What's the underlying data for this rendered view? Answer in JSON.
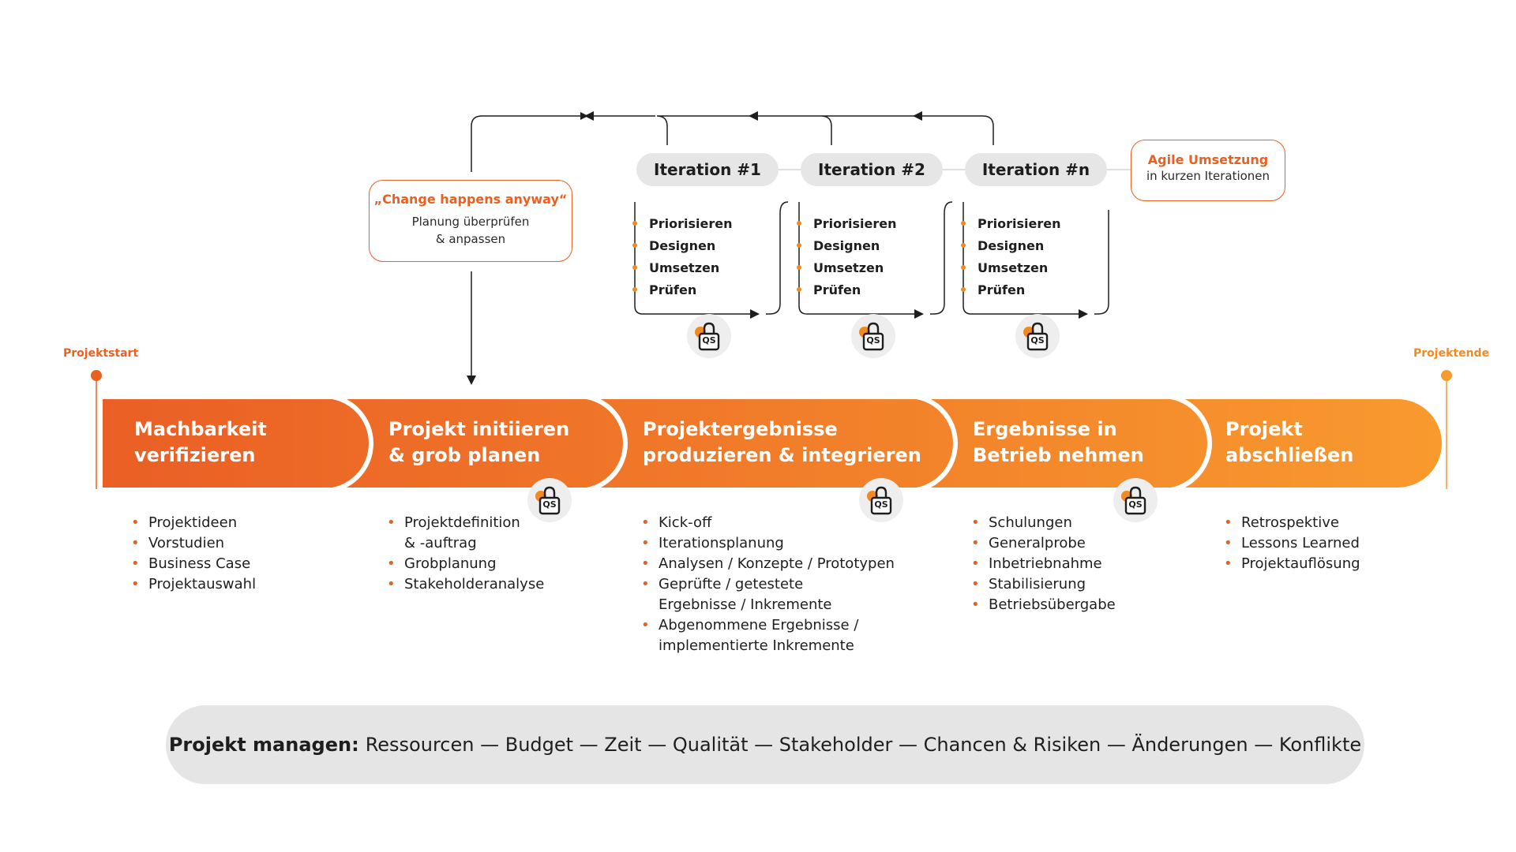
{
  "markers": {
    "start": "Projektstart",
    "end": "Projektende"
  },
  "iterations": [
    {
      "label": "Iteration #1",
      "steps": [
        "Priorisieren",
        "Designen",
        "Umsetzen",
        "Prüfen"
      ]
    },
    {
      "label": "Iteration #2",
      "steps": [
        "Priorisieren",
        "Designen",
        "Umsetzen",
        "Prüfen"
      ]
    },
    {
      "label": "Iteration #n",
      "steps": [
        "Priorisieren",
        "Designen",
        "Umsetzen",
        "Prüfen"
      ]
    }
  ],
  "agile_box": {
    "highlight": "Agile Umsetzung",
    "text": "in kurzen Iterationen"
  },
  "change_box": {
    "highlight": "„Change happens anyway“",
    "line1": "Planung überprüfen",
    "line2": "& anpassen"
  },
  "qs_label": "QS",
  "phases": [
    {
      "title": "Machbarkeit\nverifizieren",
      "bullets": [
        "Projektideen",
        "Vorstudien",
        "Business Case",
        "Projektauswahl"
      ]
    },
    {
      "title": "Projekt initiieren\n& grob planen",
      "bullets": [
        "Projektdefinition\n& -auftrag",
        "Grobplanung",
        "Stakeholderanalyse"
      ]
    },
    {
      "title": "Projektergebnisse\nproduzieren & integrieren",
      "bullets": [
        "Kick-off",
        "Iterationsplanung",
        "Analysen / Konzepte / Prototypen",
        "Geprüfte / getestete\nErgebnisse / Inkremente",
        "Abgenommene Ergebnisse /\nimplementierte Inkremente"
      ]
    },
    {
      "title": "Ergebnisse in\nBetrieb nehmen",
      "bullets": [
        "Schulungen",
        "Generalprobe",
        "Inbetriebnahme",
        "Stabilisierung",
        "Betriebsübergabe"
      ]
    },
    {
      "title": "Projekt\nabschließen",
      "bullets": [
        "Retrospektive",
        "Lessons Learned",
        "Projektauflösung"
      ]
    }
  ],
  "bottom": {
    "bold": "Projekt managen:",
    "text": "Ressourcen — Budget — Zeit — Qualität —  Stakeholder — Chancen & Risiken — Änderungen — Konflikte"
  },
  "colors": {
    "orange": "#ea6020",
    "orange_light": "#f89a2e",
    "gray": "#e5e5e5"
  }
}
